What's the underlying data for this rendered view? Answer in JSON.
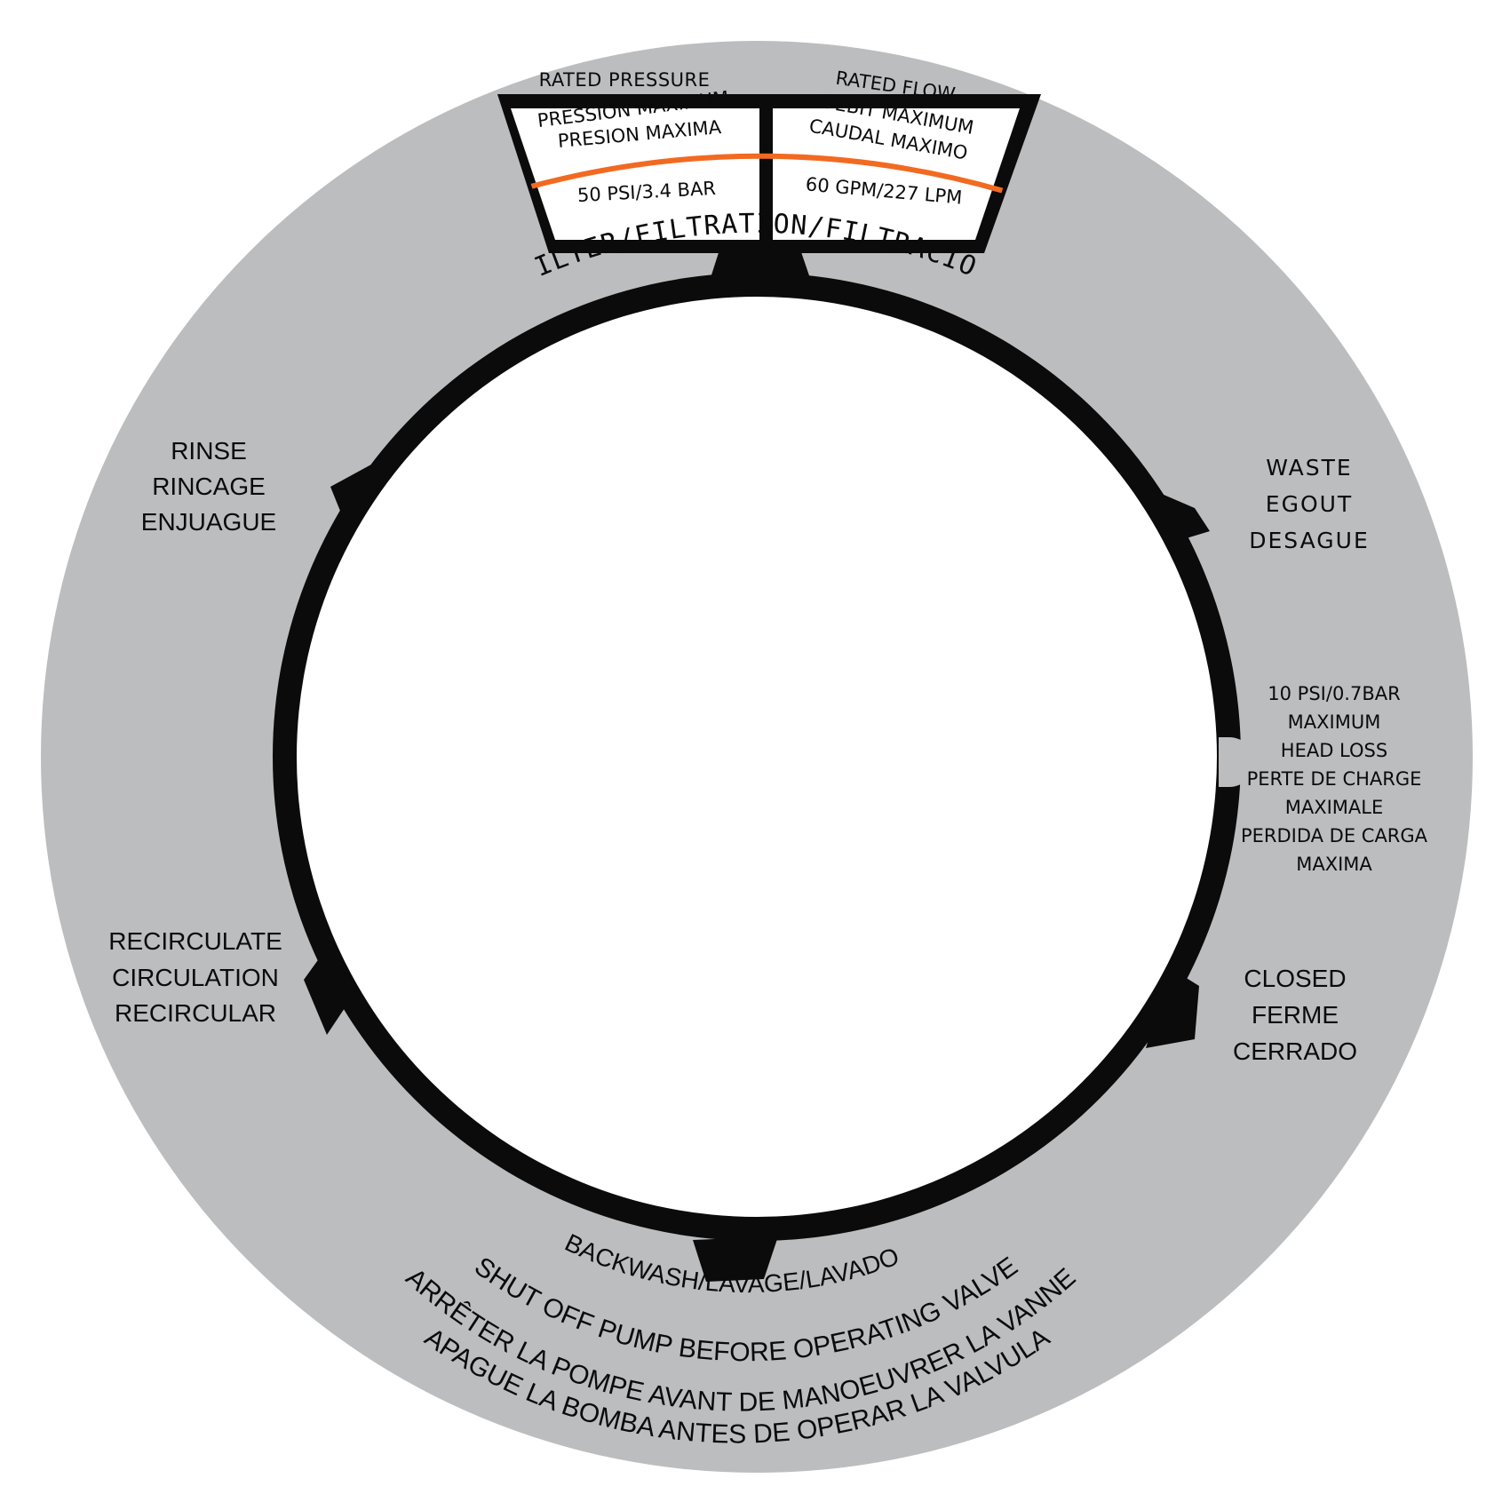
{
  "colors": {
    "label_face": "#bcbdbf",
    "ink": "#0b0b0b",
    "inner_hole": "#ffffff",
    "rating_panel": "#ffffff",
    "rating_stripe": "#f26a21"
  },
  "rating_panel": {
    "pressure_label_lines": [
      "RATED PRESSURE",
      "PRESSION MAXIMUM",
      "PRESION MAXIMA"
    ],
    "pressure_value": "50 PSI/3.4 BAR",
    "flow_label_lines": [
      "RATED FLOW",
      "DEBIT MAXIMUM",
      "CAUDAL MAXIMO"
    ],
    "flow_value": "60 GPM/227 LPM"
  },
  "positions": {
    "filter": "FILTER/FILTRATION/FILTRACION",
    "rinse": [
      "RINSE",
      "RINCAGE",
      "ENJUAGUE"
    ],
    "waste": [
      "WASTE",
      "EGOUT",
      "DESAGUE"
    ],
    "recirculate": [
      "RECIRCULATE",
      "CIRCULATION",
      "RECIRCULAR"
    ],
    "closed": [
      "CLOSED",
      "FERME",
      "CERRADO"
    ],
    "backwash": "BACKWASH/LAVAGE/LAVADO"
  },
  "head_loss_note": [
    "10 PSI/0.7BAR",
    "MAXIMUM",
    "HEAD LOSS",
    "PERTE DE CHARGE",
    "MAXIMALE",
    "PERDIDA DE CARGA",
    "MAXIMA"
  ],
  "warning_lines": [
    "SHUT OFF PUMP BEFORE OPERATING VALVE",
    "ARRÊTER LA POMPE AVANT DE MANOEUVRER LA VANNE",
    "APAGUE LA BOMBA ANTES DE OPERAR LA VALVULA"
  ]
}
